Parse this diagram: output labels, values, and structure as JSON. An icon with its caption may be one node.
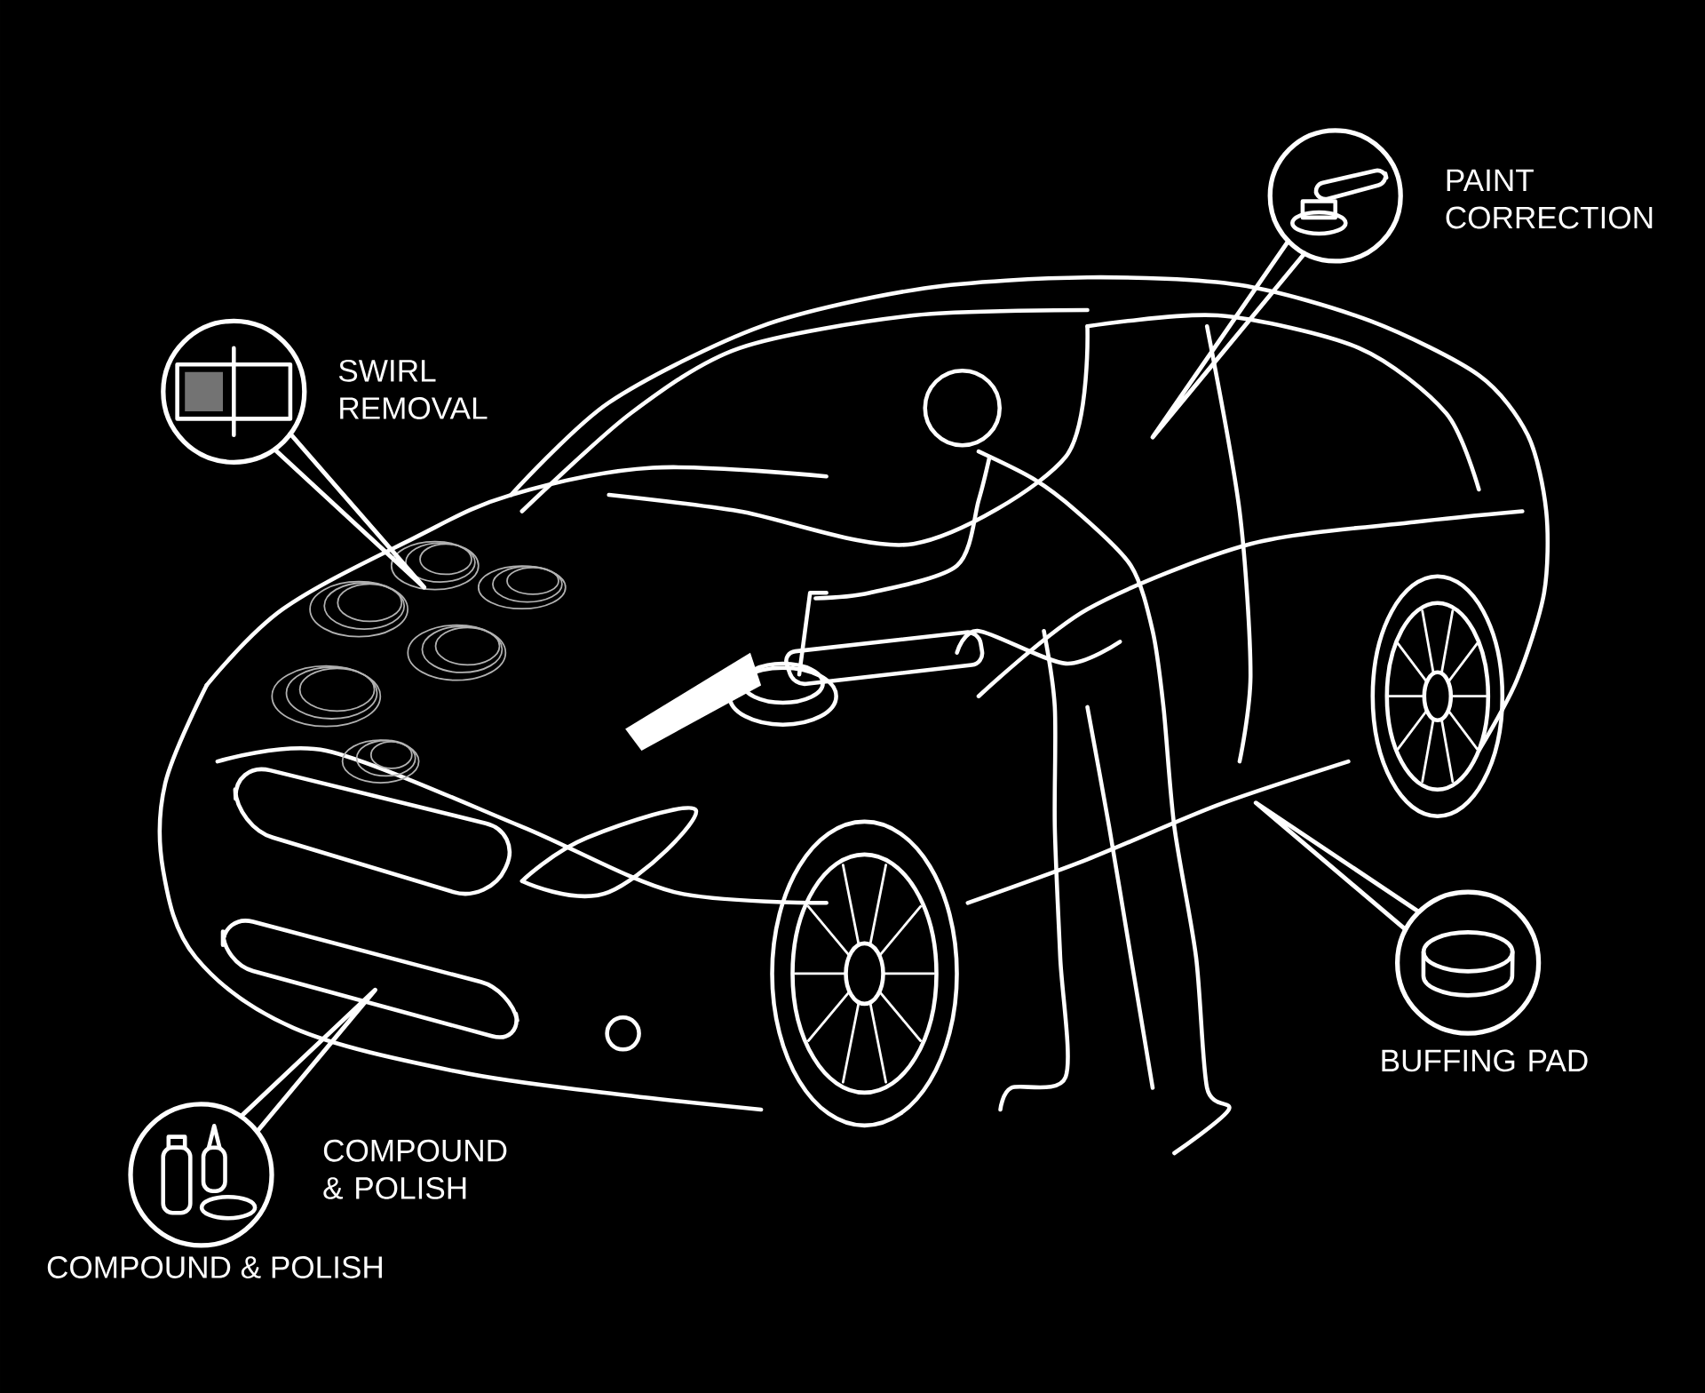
{
  "diagram": {
    "nodes": [
      {
        "text": [
          "SWIRL REMOVAL"
        ]
      },
      {
        "text": [
          "PAINT CORRECTION"
        ]
      },
      {
        "text": [
          "COMPOUND & POLISH",
          "COMPOUND & POLISH"
        ]
      },
      {
        "text": [
          "BUFFING PAD"
        ]
      }
    ],
    "edges": [
      {
        "from": 0,
        "to": null,
        "arrow": "none"
      },
      {
        "from": 1,
        "to": null,
        "arrow": "none"
      },
      {
        "from": 2,
        "to": null,
        "arrow": "none"
      },
      {
        "from": 3,
        "to": null,
        "arrow": "none"
      }
    ]
  }
}
